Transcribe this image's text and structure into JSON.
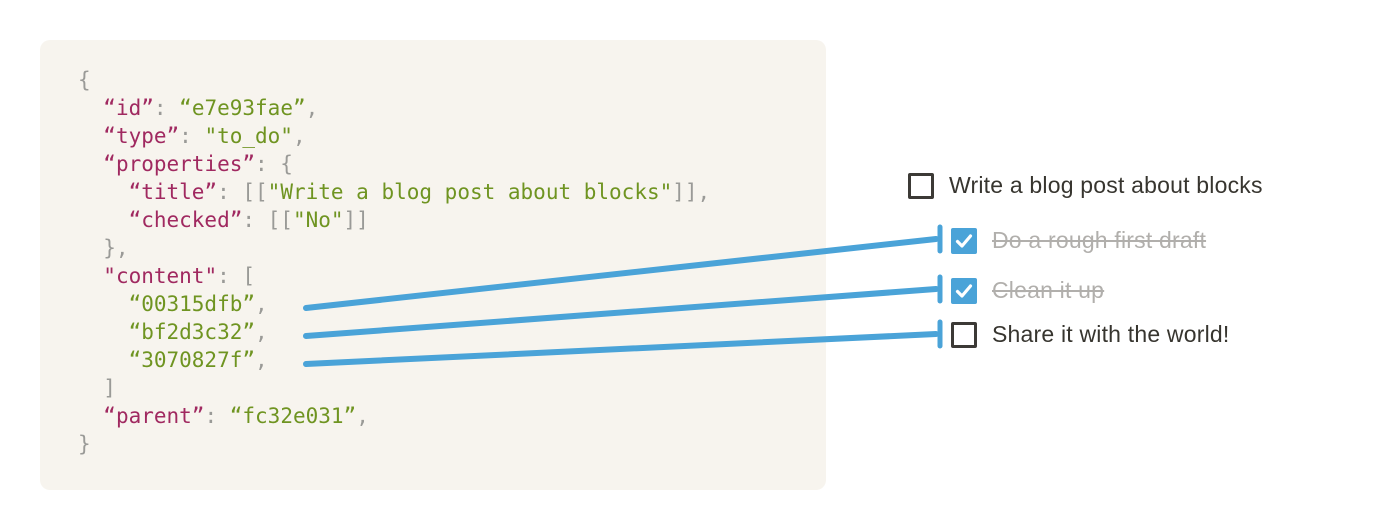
{
  "figure": {
    "description_keys": "JSON block record connected to rendered to-do list"
  },
  "colors": {
    "code_bg": "#f7f4ee",
    "key": "#a02960",
    "value": "#6f9421",
    "punct": "#9a9a97",
    "accent_blue": "#4aa3d8",
    "todo_text": "#37352f",
    "todo_done_text": "#b1afac",
    "checkbox_border": "#3c3a36"
  },
  "code_block": {
    "lines": [
      {
        "segments": [
          {
            "text": "{",
            "type": "punct"
          }
        ]
      },
      {
        "segments": [
          {
            "text": "  ",
            "type": "punct"
          },
          {
            "text": "“id”",
            "type": "key"
          },
          {
            "text": ": ",
            "type": "punct"
          },
          {
            "text": "“e7e93fae”",
            "type": "value"
          },
          {
            "text": ",",
            "type": "punct"
          }
        ]
      },
      {
        "segments": [
          {
            "text": "  ",
            "type": "punct"
          },
          {
            "text": "“type”",
            "type": "key"
          },
          {
            "text": ": ",
            "type": "punct"
          },
          {
            "text": "\"to_do\"",
            "type": "value"
          },
          {
            "text": ",",
            "type": "punct"
          }
        ]
      },
      {
        "segments": [
          {
            "text": "  ",
            "type": "punct"
          },
          {
            "text": "“properties”",
            "type": "key"
          },
          {
            "text": ": {",
            "type": "punct"
          }
        ]
      },
      {
        "segments": [
          {
            "text": "    ",
            "type": "punct"
          },
          {
            "text": "“title”",
            "type": "key"
          },
          {
            "text": ": [[",
            "type": "punct"
          },
          {
            "text": "\"Write a blog post about blocks\"",
            "type": "value"
          },
          {
            "text": "]],",
            "type": "punct"
          }
        ]
      },
      {
        "segments": [
          {
            "text": "    ",
            "type": "punct"
          },
          {
            "text": "“checked”",
            "type": "key"
          },
          {
            "text": ": [[",
            "type": "punct"
          },
          {
            "text": "\"No\"",
            "type": "value"
          },
          {
            "text": "]]",
            "type": "punct"
          }
        ]
      },
      {
        "segments": [
          {
            "text": "  },",
            "type": "punct"
          }
        ]
      },
      {
        "segments": [
          {
            "text": "  ",
            "type": "punct"
          },
          {
            "text": "\"content\"",
            "type": "key"
          },
          {
            "text": ": [",
            "type": "punct"
          }
        ]
      },
      {
        "segments": [
          {
            "text": "    ",
            "type": "punct"
          },
          {
            "text": "“00315dfb”",
            "type": "value"
          },
          {
            "text": ",",
            "type": "punct"
          }
        ]
      },
      {
        "segments": [
          {
            "text": "    ",
            "type": "punct"
          },
          {
            "text": "“bf2d3c32”",
            "type": "value"
          },
          {
            "text": ",",
            "type": "punct"
          }
        ]
      },
      {
        "segments": [
          {
            "text": "    ",
            "type": "punct"
          },
          {
            "text": "“3070827f”",
            "type": "value"
          },
          {
            "text": ",",
            "type": "punct"
          }
        ]
      },
      {
        "segments": [
          {
            "text": "  ]",
            "type": "punct"
          }
        ]
      },
      {
        "segments": [
          {
            "text": "  ",
            "type": "punct"
          },
          {
            "text": "“parent”",
            "type": "key"
          },
          {
            "text": ": ",
            "type": "punct"
          },
          {
            "text": "“fc32e031”",
            "type": "value"
          },
          {
            "text": ",",
            "type": "punct"
          }
        ]
      },
      {
        "segments": [
          {
            "text": "}",
            "type": "punct"
          }
        ]
      }
    ]
  },
  "todo_list": {
    "items": [
      {
        "label": "Write a blog post about blocks",
        "checked": false,
        "indented": false
      },
      {
        "label": "Do a rough first draft",
        "checked": true,
        "indented": true
      },
      {
        "label": "Clean it up",
        "checked": true,
        "indented": true
      },
      {
        "label": "Share it with the world!",
        "checked": false,
        "indented": true
      }
    ]
  },
  "connections": [
    {
      "from_content_id": "00315dfb",
      "to_item": "Do a rough first draft"
    },
    {
      "from_content_id": "bf2d3c32",
      "to_item": "Clean it up"
    },
    {
      "from_content_id": "3070827f",
      "to_item": "Share it with the world!"
    }
  ]
}
